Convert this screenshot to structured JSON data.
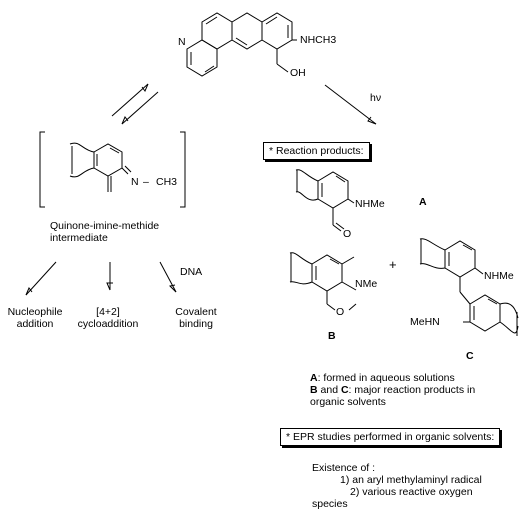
{
  "labels": {
    "nhch3": "NHCH3",
    "oh": "OH",
    "n_ring": "N",
    "hv": "hν",
    "n_imine": "N",
    "ch3": "CH3",
    "intermediate_line1": "Quinone-imine-methide",
    "intermediate_line2": "intermediate",
    "dna": "DNA",
    "nucleophile_line1": "Nucleophile",
    "nucleophile_line2": "addition",
    "cyclo_line1": "[4+2]",
    "cyclo_line2": "cycloaddition",
    "covalent_line1": "Covalent",
    "covalent_line2": "binding",
    "reaction_products": "* Reaction products:",
    "nhme_a": "NHMe",
    "o_a": "O",
    "label_a": "A",
    "nme_b": "NMe",
    "o_b": "O",
    "label_b": "B",
    "plus": "+",
    "nhme_c": "NHMe",
    "mehn_c": "MeHN",
    "label_c": "C",
    "epr_box": "* EPR studies performed in organic solvents:"
  },
  "notes": {
    "a_bold": "A",
    "a_text": ": formed in aqueous solutions",
    "b_bold": "B",
    "and": " and ",
    "c_bold": "C",
    "bc_text": ": major reaction products in",
    "bc_text2": "organic solvents"
  },
  "epr": {
    "existence": "Existence of :",
    "item1": "1) an aryl methylaminyl radical",
    "item2": "2) various reactive oxygen",
    "item2b": "species"
  }
}
